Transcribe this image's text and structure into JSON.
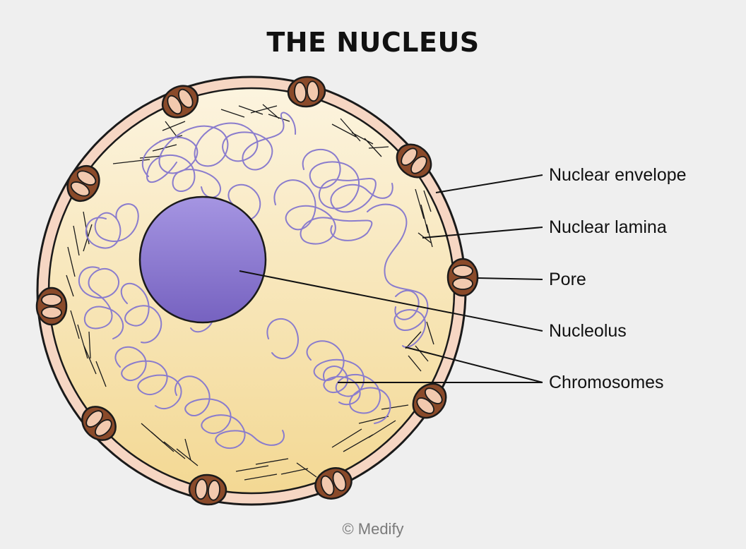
{
  "title": "THE NUCLEUS",
  "labels": {
    "nuclear_envelope": "Nuclear envelope",
    "nuclear_lamina": "Nuclear lamina",
    "pore": "Pore",
    "nucleolus": "Nucleolus",
    "chromosomes": "Chromosomes"
  },
  "credit": "© Medify",
  "colors": {
    "background": "#efefef",
    "envelope": "#f5d5c2",
    "nucleoplasm_top": "#fbf2d8",
    "nucleoplasm_bottom": "#f3d894",
    "nucleolus": "#8f7fd1",
    "chromatin": "#8c7fcf",
    "pore": "#8a4a2a"
  }
}
